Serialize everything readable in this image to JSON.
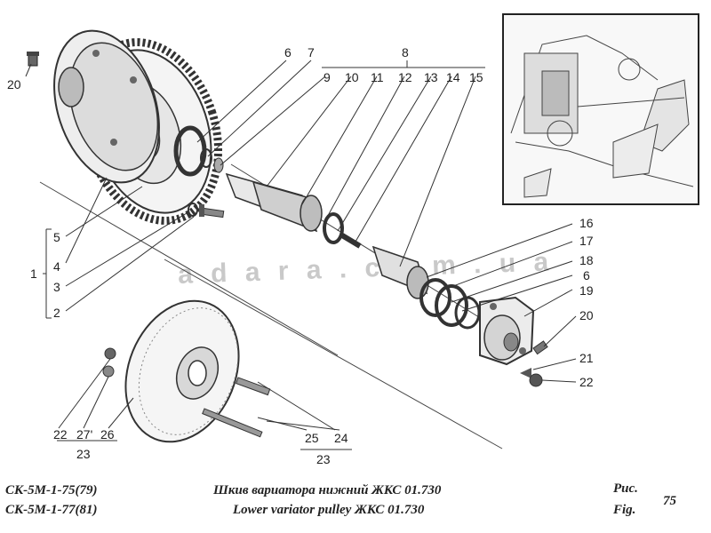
{
  "watermark": "a d a r a . c o m . u a",
  "callouts": {
    "c1": "1",
    "c2": "2",
    "c3": "3",
    "c4": "4",
    "c5": "5",
    "c6a": "6",
    "c6b": "6",
    "c7": "7",
    "c8": "8",
    "c9": "9",
    "c10": "10",
    "c11": "11",
    "c12": "12",
    "c13": "13",
    "c14": "14",
    "c15": "15",
    "c16": "16",
    "c17": "17",
    "c18": "18",
    "c19": "19",
    "c20a": "20",
    "c20b": "20",
    "c21": "21",
    "c22a": "22",
    "c22b": "22",
    "c23a": "23",
    "c23b": "23",
    "c24": "24",
    "c25": "25",
    "c26": "26",
    "c27": "27'"
  },
  "footer": {
    "model_line1": "СК-5М-1-75(79)",
    "model_line2": "СК-5М-1-77(81)",
    "title_ru": "Шкив вариатора нижний ЖКС 01.730",
    "title_en": "Lower variator pulley ЖКС 01.730",
    "fig_ru": "Рис.",
    "fig_en": "Fig.",
    "fig_number": "75"
  }
}
